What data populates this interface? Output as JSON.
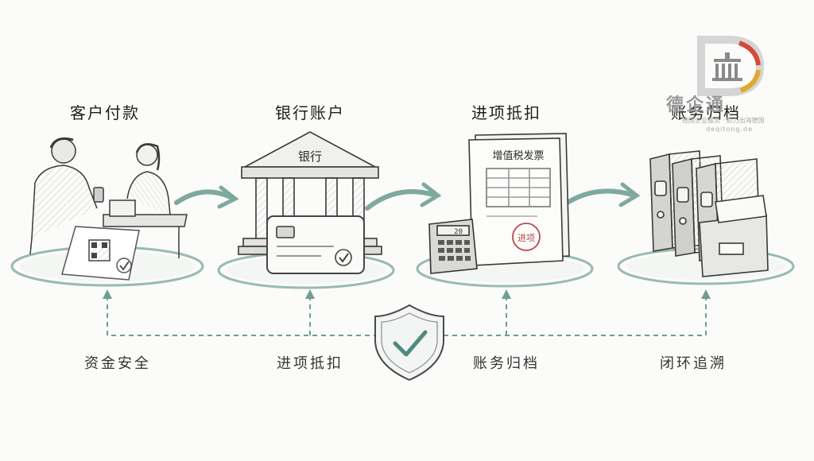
{
  "steps": [
    {
      "title": "客户付款",
      "icon": "payment-scene-icon"
    },
    {
      "title": "银行账户",
      "icon": "bank-building-icon"
    },
    {
      "title": "进项抵扣",
      "icon": "vat-invoice-icon"
    },
    {
      "title": "账务归档",
      "icon": "archive-binders-icon"
    }
  ],
  "bottom_labels": [
    "资金安全",
    "进项抵扣",
    "账务归档",
    "闭环追溯"
  ],
  "bank_sign": "银行",
  "invoice_title": "增值税发票",
  "invoice_stamp": "进项",
  "calculator_display": "20",
  "center_icon": "shield-check-icon",
  "logo": {
    "name": "德企通",
    "tagline": "德国企业服务 · 助力出海德国",
    "domain": "deqitong.de"
  },
  "colors": {
    "accent": "#6f9e95",
    "ink": "#3a3a3a",
    "stamp": "#b64a4a",
    "logo_red": "#d44a3a",
    "logo_gold": "#e0a92a"
  }
}
